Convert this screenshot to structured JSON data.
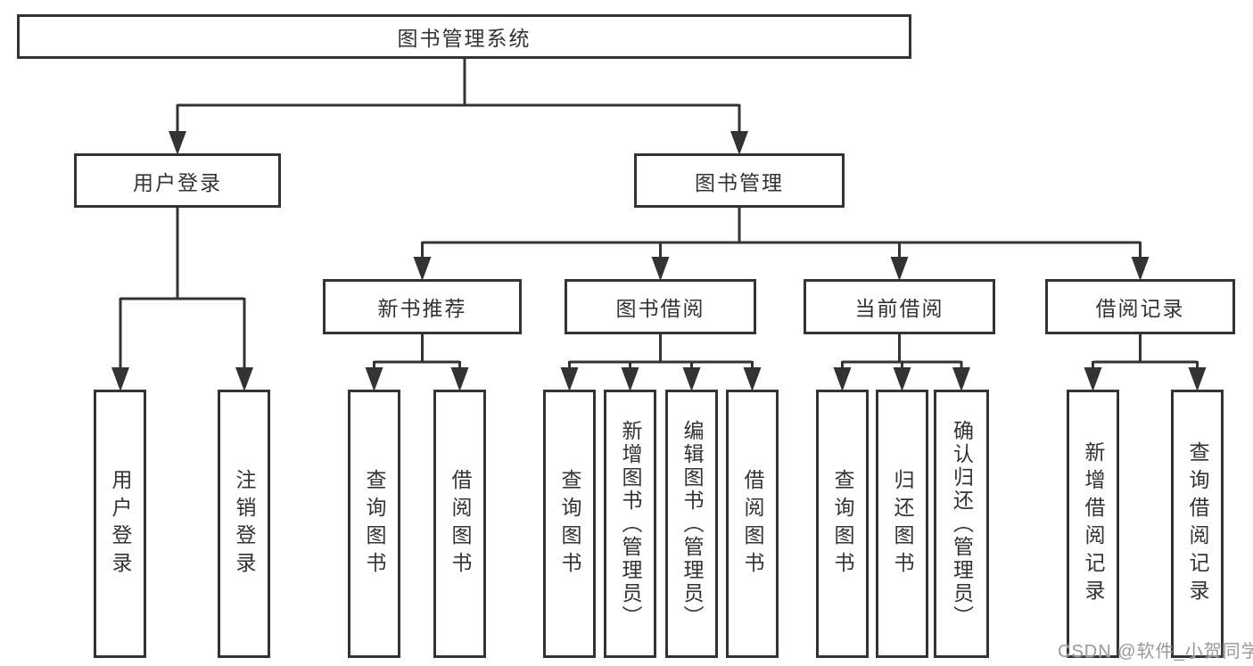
{
  "diagram": {
    "root_label": "图书管理系统",
    "level2": [
      "用户登录",
      "图书管理"
    ],
    "level3": [
      "新书推荐",
      "图书借阅",
      "当前借阅",
      "借阅记录"
    ],
    "leaves": {
      "user_login": [
        "用户登录",
        "注销登录"
      ],
      "new_book_rec": [
        "查询图书",
        "借阅图书"
      ],
      "book_borrow": [
        "查询图书",
        "新增图书（管理员）",
        "编辑图书（管理员）",
        "借阅图书"
      ],
      "current_borrow": [
        "查询图书",
        "归还图书",
        "确认归还（管理员）"
      ],
      "borrow_records": [
        "新增借阅记录",
        "查询借阅记录"
      ]
    }
  },
  "watermark": {
    "text": "CSDN @软件_小贺同学"
  },
  "colors": {
    "line": "#333333",
    "box_border": "#333333",
    "text": "#333333",
    "watermark": "#999999",
    "background": "#ffffff"
  }
}
